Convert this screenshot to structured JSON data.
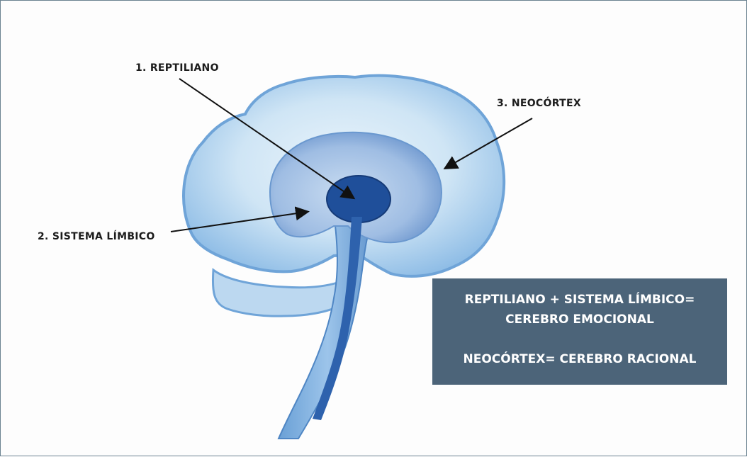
{
  "labels": {
    "reptiliano": "1. REPTILIANO",
    "neocortex": "3. NEOCÓRTEX",
    "limbico": "2. SISTEMA LÍMBICO"
  },
  "summary": {
    "line1": "REPTILIANO + SISTEMA LÍMBICO=",
    "line2": "CEREBRO EMOCIONAL",
    "line3": "NEOCÓRTEX= CEREBRO RACIONAL"
  },
  "colors": {
    "neocortex": "#a8d0ec",
    "limbico": "#7fa8d8",
    "reptiliano": "#1f4f9a",
    "box": "#4c6479",
    "border": "#6b8391"
  }
}
